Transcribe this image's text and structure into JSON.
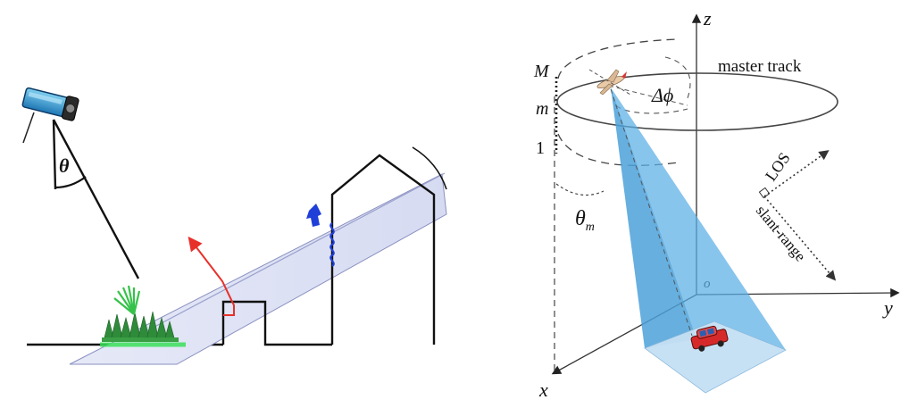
{
  "left_panel": {
    "angle_label": "θ"
  },
  "right_panel": {
    "axis_z": "z",
    "axis_y": "y",
    "axis_x": "x",
    "origin": "o",
    "master_track": "master track",
    "track_M": "M",
    "track_m": "m",
    "track_1": "1",
    "delta_phi": "Δϕ",
    "theta_m": "θ",
    "theta_sub": "m",
    "los": "LOS",
    "slant_range": "slant-range"
  },
  "colors": {
    "beam_fill": "#5aaee4",
    "slab_fill": "#dfe3f5",
    "slab_edge": "#7f86b8",
    "vegetation": "#2e8b3a",
    "ground_glow": "#3be05a",
    "red_ray": "#e8302a",
    "blue_arrow": "#1f3fd8",
    "car": "#d62a2a"
  },
  "icons": [
    "satellite-icon",
    "tree-icon",
    "aircraft-icon",
    "car-icon"
  ]
}
